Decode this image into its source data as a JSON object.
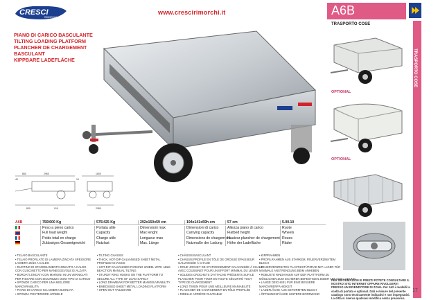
{
  "brand": {
    "logo_text": "CRESCI",
    "logo_sub": "RIMORCHI"
  },
  "website": "www.crescirimorchi.it",
  "model": {
    "code": "A6B",
    "subtitle": "TRASPORTO COSE",
    "sidebar_label": "TRASPORTO COSE"
  },
  "headline": [
    "PIANO DI CARICO BASCULANTE",
    "TILTING LOADING PLATFORM",
    "PLANCHER DE CHARGEMENT",
    "BASCULANT",
    "KIPPBARE LADEFLÄCHE"
  ],
  "optional_labels": [
    "OPTIONAL",
    "OPTIONAL"
  ],
  "drawing": {
    "dims": [
      "40",
      "860",
      "2960",
      "10",
      "1600",
      "2080",
      "800",
      "910"
    ]
  },
  "spec": {
    "model": "A6B",
    "values": [
      "750/600 Kg",
      "575/425 Kg",
      "292x150x59 cm",
      "194x141x59h cm",
      "57 cm",
      "5.00.10"
    ],
    "labels": [
      [
        "Peso a pieno carico",
        "Full load weight",
        "Poids total en charge",
        "Zulässiges Gesamtgewicht"
      ],
      [
        "Portata utile",
        "Capacity",
        "Charge utile",
        "Nutzlast"
      ],
      [
        "Dimensioni max",
        "Max lenght",
        "Longueur max",
        "Max. Länge"
      ],
      [
        "Dimensioni di carico",
        "Carrying capacity",
        "Dimensions de chargement",
        "Nutzmaße der Ladung"
      ],
      [
        "Altezza piano di carico",
        "Flatbed height",
        "Hauteur plancher de chargement",
        "Höhe der Ladefläche"
      ],
      [
        "Ruote",
        "Wheels",
        "Roues",
        "Räder"
      ]
    ]
  },
  "features": [
    [
      "• TELAIO BASCULANTE",
      "• TELAIO PROFILATO DI LAMIERA ZINCATA SPESSORE",
      "  LAMIERA 25/10 A CALDO",
      "• RUOTINO DI STAZIONAMENTO ZINCATO A CALDO",
      "  CON CUSCINETTO PER MANEGGEVOLE DI ALZATA",
      "• BORDATI ZINCATI CON MARGINI IN UN VERNICIATI",
      "  PER FISSARE CON SICUREZZA OGNI TIPO DI CARICO",
      "• SPONDE CARICO PER UNA MIGLIORE",
      "  MANOVRABILITÀ",
      "• PIANO DI CARICO IN LAMIERA BUGNATA",
      "• SPONDA POSTERIORE APRIBILE"
    ],
    [
      "• TILTING CHASSIS",
      "• THICK, HOT-DIP GALVANISED SHEET METAL",
      "  PROFILED CHASSIS",
      "• HOT-DIP GALVANISED PARKING WHEEL WITH ABLE",
      "  BEACTION MANUAL TILTING",
      "• STURDY RING HOOKS ON THE PLATFORM TO",
      "  SECURE ALL TYPE OF LOAD SAFELY",
      "• LONG DRAWBAR FOR BETTER MANOEUVRABILITY",
      "• EMBOSSED SHEET METAL LOADING PLATFORM",
      "• OPEN-OUT TAILBOARD"
    ],
    [
      "• CHÂSSIS BASCULANT",
      "• CHÂSSIS PROFILÉ EN TÔLE DE GROSSE ÉPAISSEUR",
      "  GALVANISÉE À CHAUD",
      "• ROUE JOCKEY DE STATIONNEMENT GALVANISÉE À CHAUD",
      "  AVEC COUSSINET POUR UN EFFORT MINIMAL DU LEVER",
      "• SOLIDES CROCHETS D'ATTACHE PRÉSENTS SUR LE",
      "  PLANCHER POUR FIXER EN TOUTE SÉCURITÉ TOUT",
      "  TYPE DE CHARGEMENT",
      "• LONG TIMON POUR UNE MEILLEURE MANIABILITÉ",
      "• PLANCHER DE CHARGEMENT EN TÔLE PROFILÉE",
      "• RIDELLE ARRIÈRE OUVRABLE"
    ],
    [
      "• KIPPRAHMEN",
      "• PROFILRAHMEN AUS STARKEM, FEUERVERZINKTEM",
      "  BLECH",
      "• FEUERVERZINKTES PLASTIKSTÜTZRAD MIT LAGER FÜR",
      "  MINIMALE ANSTRENGUNG BEIM ANHEBEN",
      "• ROBUSTE RINGHAKEN AUF DER PLATTFORM ZU",
      "  MÖGLICHEN ZUM SICHEREN BEFESTIGEN JEDER ART VON LADUNG",
      "• LANGE DEICHSEL FÜR EINE BESSERE",
      "  MANÖVRIERFÄHIGKEIT",
      "• LADEFLÄCHE AUS GEFORMTEM BLECH",
      "• ÖFFNUNGSFÄHIGE HINTERE BORDWAND"
    ]
  ],
  "note": "PER INFORMAZIONI E PREZZI POTETE CONSULTARE IL NOSTRO SITO INTERNET OPPURE RIVOLGERVI PRESSO UN RIVENDITORE DI ZONA. Per tutti i modelli la scelta di portata e optional. Dati e misure del presente catalogo sono tecnicamente indicativi e non impegnativi. La ditta si riserva qualsiasi modifica senza preavviso.",
  "page_number": "17",
  "colors": {
    "accent": "#e05a86",
    "brand_red": "#d2232a",
    "navy": "#1c3f8f"
  }
}
